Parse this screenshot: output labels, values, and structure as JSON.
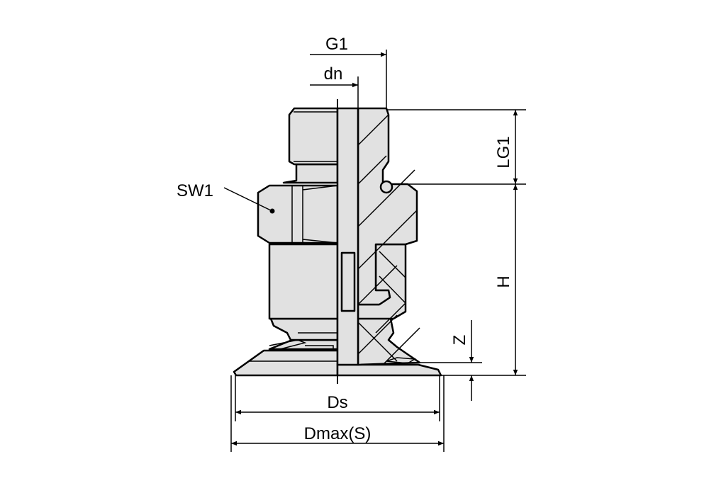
{
  "labels": {
    "g1": "G1",
    "dn": "dn",
    "lg1": "LG1",
    "sw1": "SW1",
    "h": "H",
    "z": "Z",
    "ds": "Ds",
    "dmax": "Dmax(S)"
  },
  "colors": {
    "part_fill": "#e1e1e1",
    "line": "#000000"
  }
}
